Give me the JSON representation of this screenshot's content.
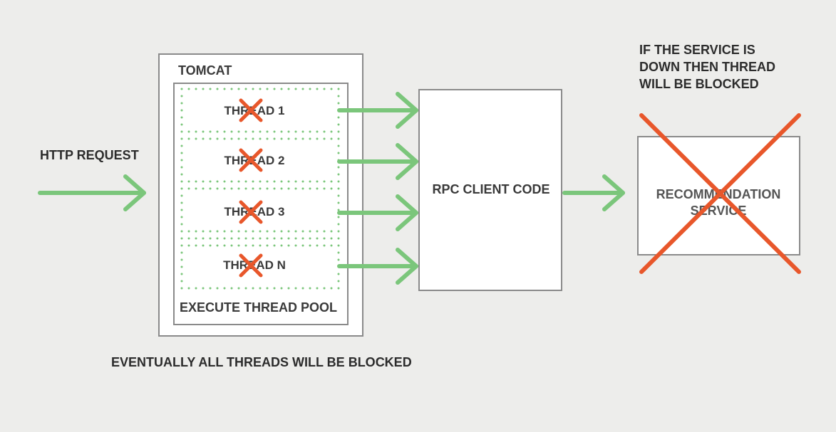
{
  "request": {
    "label": "HTTP REQUEST"
  },
  "tomcat": {
    "title": "TOMCAT",
    "pool": {
      "label": "EXECUTE THREAD POOL",
      "threads": [
        {
          "label": "THREAD 1",
          "blocked": true
        },
        {
          "label": "THREAD 2",
          "blocked": true
        },
        {
          "label": "THREAD 3",
          "blocked": true
        },
        {
          "label": "THREAD N",
          "blocked": true
        }
      ]
    }
  },
  "rpc": {
    "label": "RPC CLIENT CODE"
  },
  "service": {
    "label_line1": "RECOMMENDATION",
    "label_line2": "SERVICE",
    "status": "down"
  },
  "notes": {
    "service_down_line1": "IF THE SERVICE IS",
    "service_down_line2": "DOWN THEN THREAD",
    "service_down_line3": "WILL BE BLOCKED",
    "footer": "EVENTUALLY ALL THREADS WILL BE BLOCKED"
  },
  "colors": {
    "background": "#ededeb",
    "arrow": "#7bc67b",
    "cross": "#e8572b",
    "box_border": "#8a8a8a",
    "box_fill": "#ffffff",
    "dots": "#7bc67b"
  }
}
